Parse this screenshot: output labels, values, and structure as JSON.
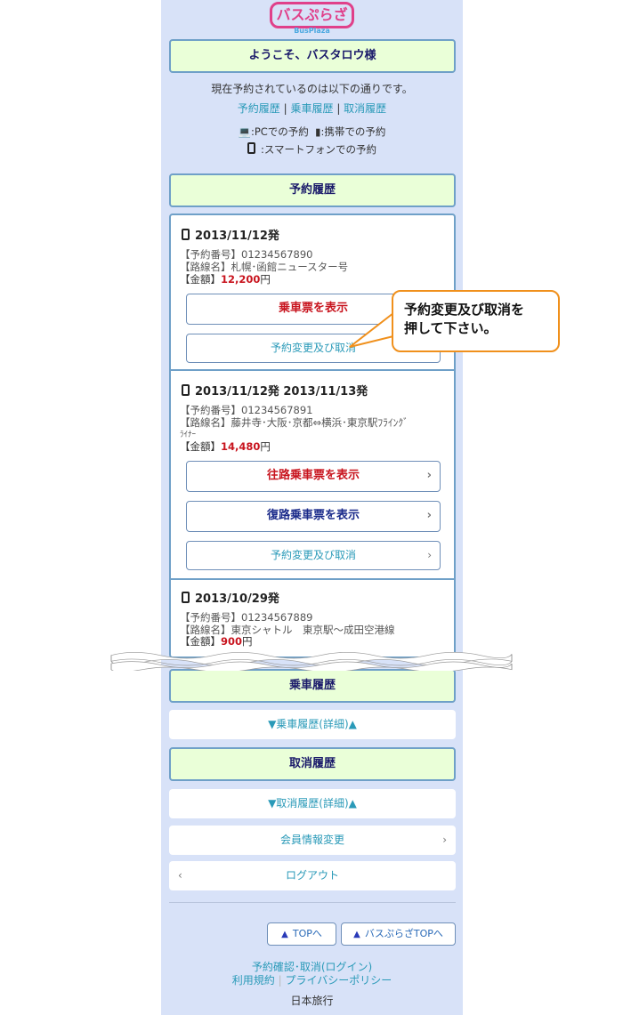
{
  "logo": {
    "text": "バスぷらざ",
    "sub": "BusPlaza"
  },
  "welcome": "ようこそ、バスタロウ様",
  "intro": "現在予約されているのは以下の通りです。",
  "anchors": [
    "予約履歴",
    "乗車履歴",
    "取消履歴"
  ],
  "legend": {
    "pc": ":PCでの予約",
    "mobile": ":携帯での予約",
    "smartphone": ":スマートフォンでの予約"
  },
  "reservation_header": "予約履歴",
  "reservations": [
    {
      "date": "2013/11/12発",
      "number_label": "【予約番号】",
      "number": "01234567890",
      "route_label": "【路線名】",
      "route": "札幌･函館ニュースター号",
      "amount_label": "【金額】",
      "amount": "12,200",
      "yen": "円",
      "buttons": [
        "乗車票を表示",
        "予約変更及び取消"
      ]
    },
    {
      "date": "2013/11/12発 2013/11/13発",
      "number_label": "【予約番号】",
      "number": "01234567891",
      "route_label": "【路線名】",
      "route": "藤井寺･大阪･京都⇔横浜･東京駅ﾌﾗｲﾝｸﾞ",
      "route2": "ﾗｲﾅｰ",
      "amount_label": "【金額】",
      "amount": "14,480",
      "yen": "円",
      "buttons": [
        "往路乗車票を表示",
        "復路乗車票を表示",
        "予約変更及び取消"
      ]
    },
    {
      "date": "2013/10/29発",
      "number_label": "【予約番号】",
      "number": "01234567889",
      "route_label": "【路線名】",
      "route": "東京シャトル　東京駅～成田空港線",
      "amount_label": "【金額】",
      "amount": "900",
      "yen": "円"
    }
  ],
  "boarding_header": "乗車履歴",
  "boarding_detail": "▼乗車履歴(詳細)▲",
  "cancel_header": "取消履歴",
  "cancel_detail": "▼取消履歴(詳細)▲",
  "member_change": "会員情報変更",
  "logout": "ログアウト",
  "top_button": "TOPへ",
  "site_top_button": "バスぷらざTOPへ",
  "footer": {
    "login": "予約確認･取消(ログイン)",
    "terms": "利用規約",
    "privacy": "プライバシーポリシー",
    "company": "日本旅行"
  },
  "callout": {
    "line1": "予約変更及び取消を",
    "line2": "押して下さい。"
  },
  "colors": {
    "accent": "#2a9ab8",
    "price": "#c8141e",
    "callout_border": "#f0901c"
  }
}
